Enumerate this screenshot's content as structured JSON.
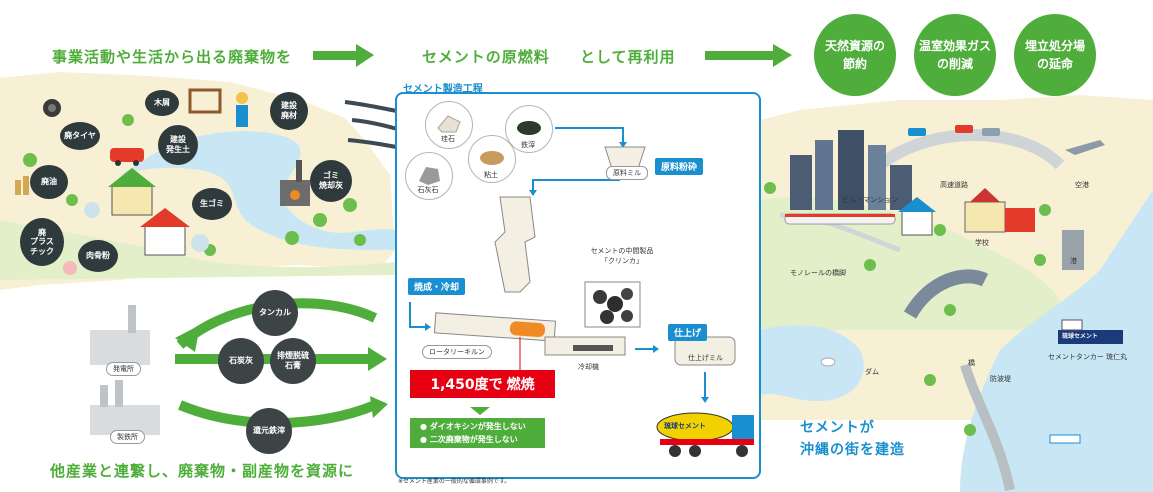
{
  "header": {
    "left": "事業活動や生活から出る廃棄物を",
    "middle_a": "セメントの原燃料",
    "middle_b": "として再利用"
  },
  "benefits": [
    {
      "line1": "天然資源の",
      "line2": "節約"
    },
    {
      "line1": "温室効果ガス",
      "line2": "の削減"
    },
    {
      "line1": "埋立処分場",
      "line2": "の延命"
    }
  ],
  "waste_bubbles": {
    "tire": "廃タイヤ",
    "wood": "木屑",
    "construction": {
      "l1": "建設",
      "l2": "廃材"
    },
    "soil": {
      "l1": "建設",
      "l2": "発生土"
    },
    "oil": "廃油",
    "garbage_ash": {
      "l1": "ゴミ",
      "l2": "焼却灰"
    },
    "raw_garbage": "生ゴミ",
    "plastic": {
      "l1": "廃",
      "l2": "プラス",
      "l3": "チック"
    },
    "bone_meal": "肉骨粉"
  },
  "process": {
    "title": "セメント製造工程",
    "materials": {
      "silica": "珪石",
      "iron_slag": "鉄滓",
      "clay": "粘土",
      "limestone": "石灰石"
    },
    "raw_mill": "原料ミル",
    "raw_grinding": "原料粉砕",
    "firing_cooling": "焼成・冷却",
    "clinker_caption_1": "セメントの中間製品",
    "clinker_caption_2": "「クリンカ」",
    "rotary_kiln": "ロータリーキルン",
    "cooler": "冷却機",
    "temperature_a": "1,450度で",
    "temperature_b": "燃焼",
    "no_dioxin": "ダイオキシンが発生しない",
    "no_secondary": "二次廃棄物が発生しない",
    "finishing": "仕上げ",
    "finish_mill": "仕上げミル",
    "footnote": "※セメント産業の一般的な循環事例です。",
    "truck_label": "琉球セメント"
  },
  "industry": {
    "power_plant": "発電所",
    "steel_plant": "製鉄所",
    "tankaru": "タンカル",
    "coal_ash": {
      "l1": "石炭灰"
    },
    "desulf_gypsum": {
      "l1": "排煙脱硫",
      "l2": "石膏"
    },
    "reduced_slag": "還元鉄滓",
    "bottom_text": "他産業と連繋し、廃棄物・副産物を資源に"
  },
  "city": {
    "buildings": "ビル・マンション",
    "highway": "高速道路",
    "airport": "空港",
    "school": "学校",
    "monorail_bridge": "モノレールの橋脚",
    "port": "港",
    "dam": "ダム",
    "bridge": "橋",
    "breakwater": "防波堤",
    "cement_tanker": "セメントタンカー 琉仁丸",
    "tanker_label": "琉球セメント",
    "message_l1": "セメントが",
    "message_l2": "沖縄の街を建造"
  },
  "colors": {
    "green": "#4fae3b",
    "blue": "#1a8fd0",
    "red": "#e60012",
    "dark": "#2f3a3d"
  }
}
